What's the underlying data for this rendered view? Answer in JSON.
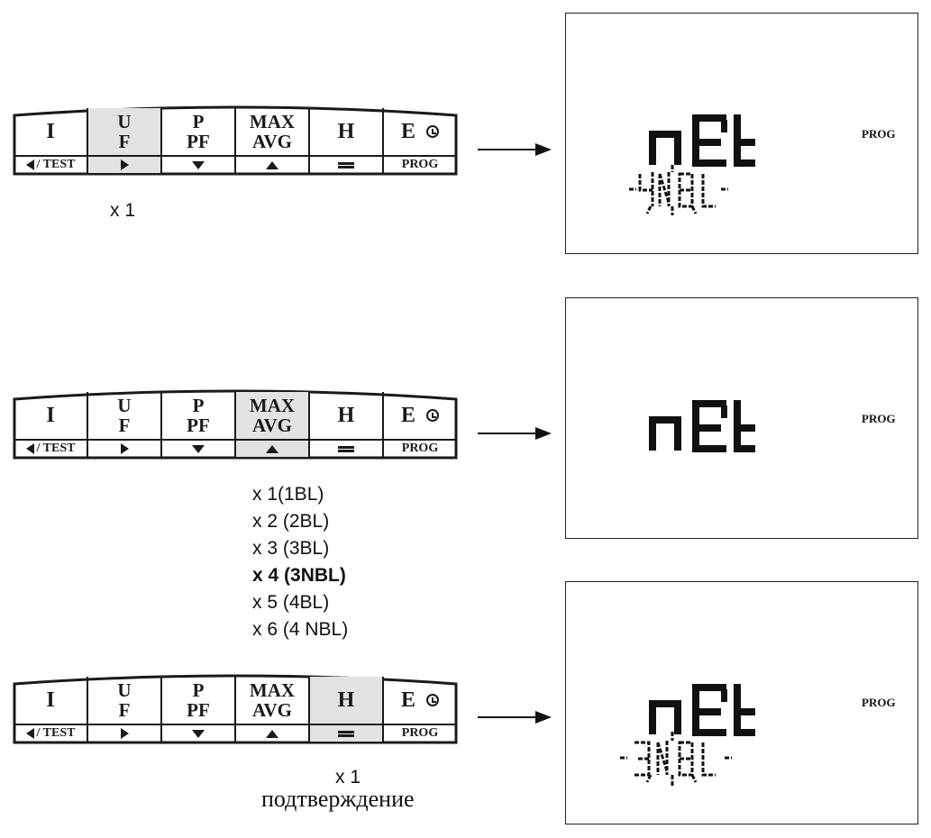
{
  "keypad": {
    "keys": [
      {
        "id": "I",
        "lines": [
          "I"
        ]
      },
      {
        "id": "UF",
        "lines": [
          "U",
          "F"
        ]
      },
      {
        "id": "PPF",
        "lines": [
          "P",
          "PF"
        ]
      },
      {
        "id": "MAXAVG",
        "lines": [
          "MAX",
          "AVG"
        ]
      },
      {
        "id": "H",
        "lines": [
          "H"
        ]
      },
      {
        "id": "E",
        "lines": [
          "E"
        ]
      }
    ],
    "sub_labels": {
      "test": "/ TEST",
      "prog": "PROG"
    },
    "icons": [
      "left-triangle-icon",
      "right-triangle-icon",
      "down-triangle-icon",
      "up-triangle-icon",
      "enter-icon",
      "clock-icon"
    ]
  },
  "steps": [
    {
      "highlighted_key": "UF",
      "press_counts": [
        "x 1"
      ],
      "bold_index": -1,
      "caption": "",
      "display": {
        "main": "nEt",
        "sub": "-4NBL-",
        "sub_blinking": true,
        "tag": "PROG"
      }
    },
    {
      "highlighted_key": "MAXAVG",
      "press_counts": [
        "x 1(1BL)",
        "x 2 (2BL)",
        "x 3 (3BL)",
        "x 4 (3NBL)",
        "x 5 (4BL)",
        "x 6 (4 NBL)"
      ],
      "bold_index": 3,
      "caption": "",
      "display": {
        "main": "nEt",
        "sub": "",
        "sub_blinking": false,
        "tag": "PROG"
      }
    },
    {
      "highlighted_key": "H",
      "press_counts": [
        "x 1"
      ],
      "bold_index": -1,
      "caption": "подтверждение",
      "display": {
        "main": "nEt",
        "sub": "-3NBL-",
        "sub_blinking": true,
        "tag": "PROG"
      }
    }
  ],
  "colors": {
    "highlight": "#e2e2e2",
    "ink": "#1a1a1a"
  }
}
